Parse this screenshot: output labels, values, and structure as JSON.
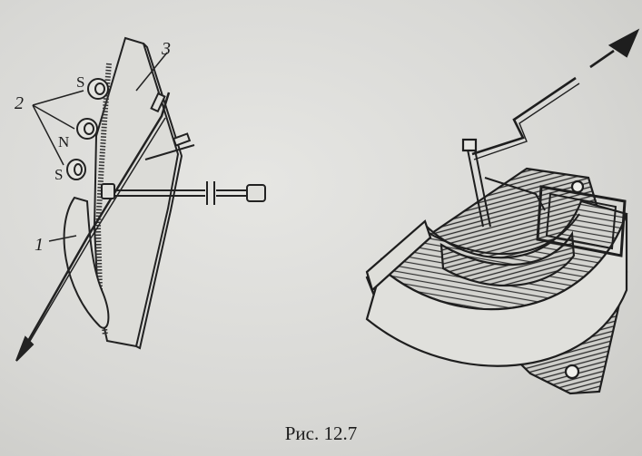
{
  "labels": {
    "n1": "1",
    "n2": "2",
    "n3": "3",
    "s_top": "S",
    "n_pole": "N",
    "s_bottom": "S"
  },
  "caption": "Рис. 12.7"
}
